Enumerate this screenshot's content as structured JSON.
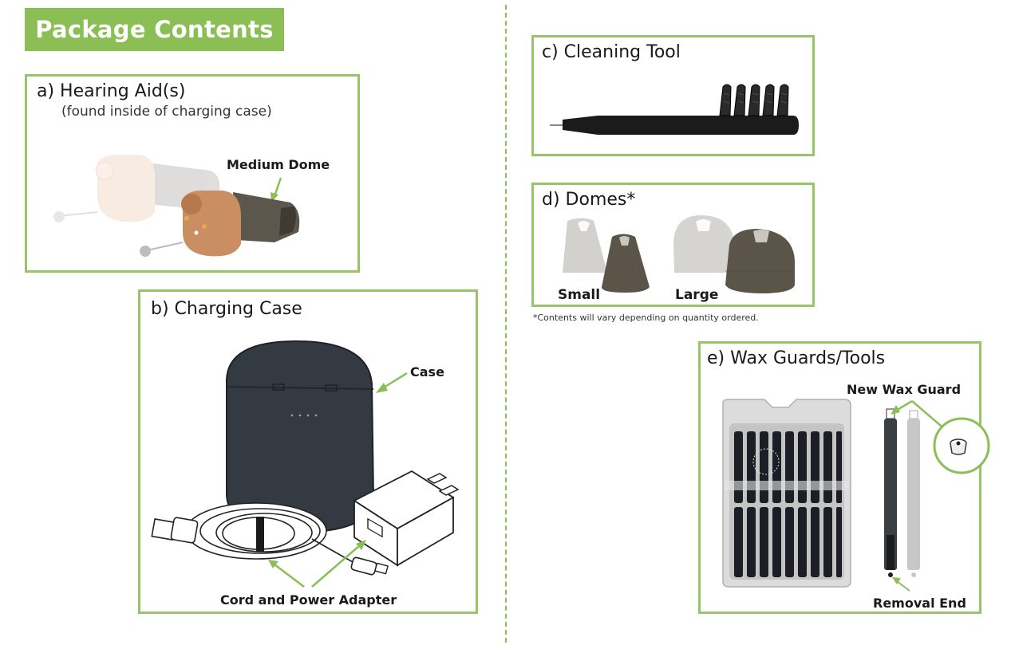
{
  "page": {
    "title": "Package Contents",
    "accent_color": "#8bbf56",
    "border_color": "#98c46a"
  },
  "sections": {
    "hearing_aids": {
      "title": "a) Hearing Aid(s)",
      "subtitle": "(found inside of charging case)",
      "label": "Medium Dome"
    },
    "charging_case": {
      "title": "b) Charging Case",
      "case_label": "Case",
      "cord_label": "Cord and Power Adapter"
    },
    "cleaning_tool": {
      "title": "c) Cleaning Tool"
    },
    "domes": {
      "title": "d) Domes*",
      "small_label": "Small",
      "large_label": "Large",
      "footnote": "*Contents will vary depending on quantity ordered."
    },
    "wax_guards": {
      "title": "e) Wax Guards/Tools",
      "new_label": "New Wax Guard",
      "removal_label": "Removal End"
    }
  },
  "icons": [
    "hearing-aid-icon",
    "charging-case-icon",
    "usb-cable-icon",
    "power-adapter-icon",
    "cleaning-brush-icon",
    "dome-icon",
    "wax-guard-pack-icon",
    "wax-tool-icon",
    "wax-guard-icon",
    "arrow-icon"
  ]
}
